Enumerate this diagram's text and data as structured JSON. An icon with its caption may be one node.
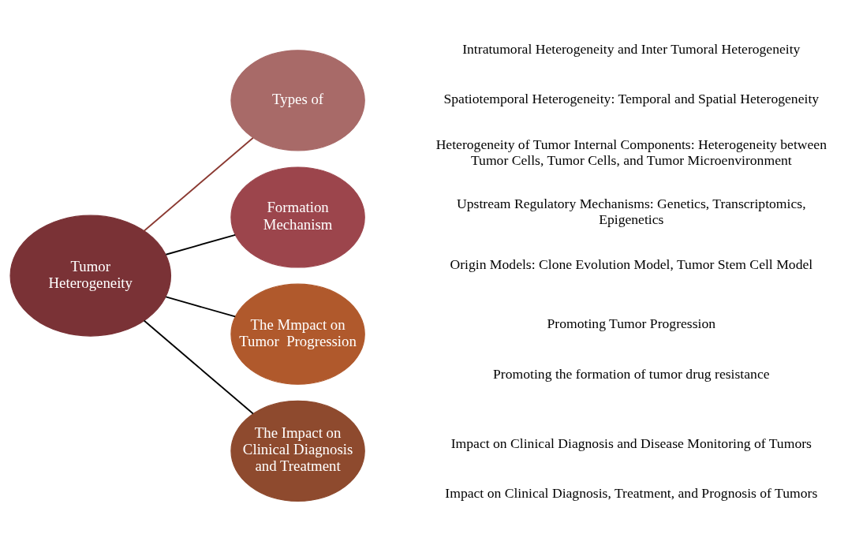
{
  "diagram": {
    "nodes": [
      {
        "text": [
          "Tumor Heterogeneity"
        ]
      },
      {
        "text": [
          "Types of"
        ]
      },
      {
        "text": [
          "Formation Mechanism"
        ]
      },
      {
        "text": [
          "The Mmpact on Tumor  Progression"
        ]
      },
      {
        "text": [
          "The Impact on Clinical Diagnosis and Treatment"
        ]
      }
    ],
    "edges": [
      {
        "from": 0,
        "to": 1,
        "arrow": "none",
        "color": "#8b3a32"
      },
      {
        "from": 0,
        "to": 2,
        "arrow": "none"
      },
      {
        "from": 0,
        "to": 3,
        "arrow": "none"
      },
      {
        "from": 0,
        "to": 4,
        "arrow": "none"
      }
    ],
    "labels": [
      "Intratumoral Heterogeneity and Inter Tumoral Heterogeneity",
      "Spatiotemporal Heterogeneity: Temporal and Spatial Heterogeneity",
      "Heterogeneity of Tumor Internal Components: Heterogeneity between Tumor Cells, Tumor Cells, and Tumor Microenvironment",
      "Upstream Regulatory Mechanisms: Genetics, Transcriptomics, Epigenetics",
      "Origin Models: Clone Evolution Model, Tumor Stem Cell Model",
      "Promoting Tumor Progression",
      "Promoting the formation of tumor drug resistance",
      "Impact on Clinical Diagnosis and Disease Monitoring of Tumors",
      "Impact on Clinical Diagnosis, Treatment, and Prognosis of Tumors"
    ]
  }
}
